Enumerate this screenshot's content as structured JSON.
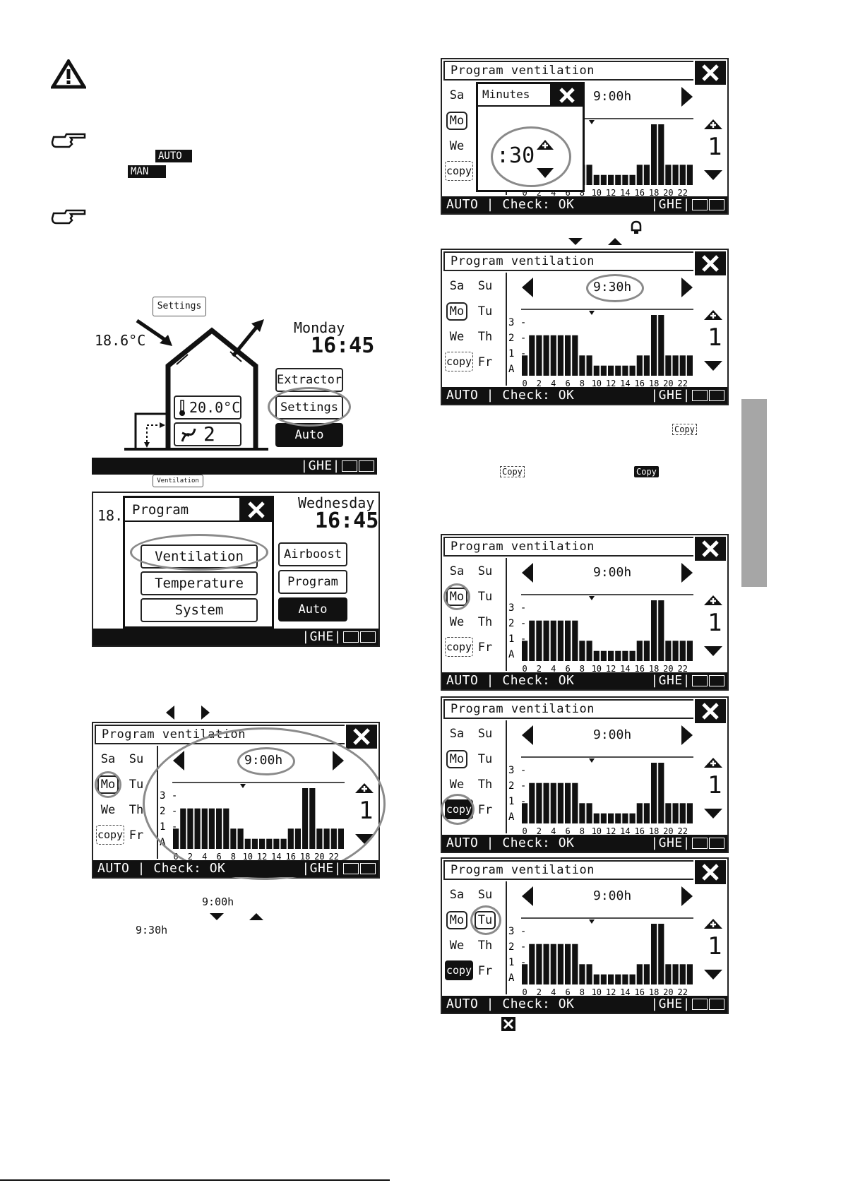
{
  "icons": {
    "warning": "warning-triangle-icon",
    "hand": "pointing-hand-icon",
    "close": "close-x-icon",
    "up": "arrow-up-icon",
    "down": "arrow-down-icon",
    "left": "arrow-left-icon",
    "right": "arrow-right-icon"
  },
  "left_notes": {
    "auto_tag": "AUTO",
    "man_tag": "MAN"
  },
  "home_screen": {
    "settings_callout": "Settings",
    "outside_temp": "18.6°C",
    "day": "Monday",
    "time": "16:45",
    "inside_temp": "20.0°C",
    "fan_level": "2",
    "btn_extractor": "Extractor",
    "btn_settings": "Settings",
    "btn_auto": "Auto",
    "ventilation_callout": "Ventilation"
  },
  "program_screen": {
    "outside_temp_partial": "18.",
    "popup_title": "Program",
    "opt_ventilation": "Ventilation",
    "opt_temperature": "Temperature",
    "opt_system": "System",
    "day": "Wednesday",
    "time": "16:45",
    "btn_airboost": "Airboost",
    "btn_program": "Program",
    "btn_auto": "Auto"
  },
  "status_bar": {
    "left": "AUTO | Check: OK",
    "right": "|GHE|"
  },
  "pv_common": {
    "title": "Program ventilation",
    "days": {
      "sa": "Sa",
      "su": "Su",
      "mo": "Mo",
      "tu": "Tu",
      "we": "We",
      "th": "Th",
      "fr": "Fr"
    },
    "copy": "copy",
    "ylabels": [
      "3 -",
      "2 -",
      "1 -",
      "A -"
    ],
    "xlabels": [
      "0",
      "2",
      "4",
      "6",
      "8",
      "10",
      "12",
      "14",
      "16",
      "18",
      "20",
      "22"
    ],
    "level": "1"
  },
  "minutes_popup": {
    "title": "Minutes",
    "value": ":30"
  },
  "pv_time_0900": "9:00h",
  "pv_time_0930": "9:30h",
  "captions": {
    "time_900": "9:00h",
    "time_930": "9:30h",
    "copy_tag_1": "Copy",
    "copy_tag_2": "Copy",
    "copy_tag_3": "Copy"
  },
  "chart_data": {
    "type": "bar",
    "categories": [
      "0",
      "1",
      "2",
      "3",
      "4",
      "5",
      "6",
      "7",
      "8",
      "9",
      "10",
      "11",
      "12",
      "13",
      "14",
      "15",
      "16",
      "17",
      "18",
      "19",
      "20",
      "21",
      "22",
      "23"
    ],
    "values": [
      1,
      2,
      2,
      2,
      2,
      2,
      2,
      2,
      1,
      1,
      0.5,
      0.5,
      0.5,
      0.5,
      0.5,
      0.5,
      1,
      1,
      3,
      3,
      1,
      1,
      1,
      1
    ],
    "xlabel": "",
    "ylabel": "",
    "ylim": [
      0,
      3
    ]
  }
}
